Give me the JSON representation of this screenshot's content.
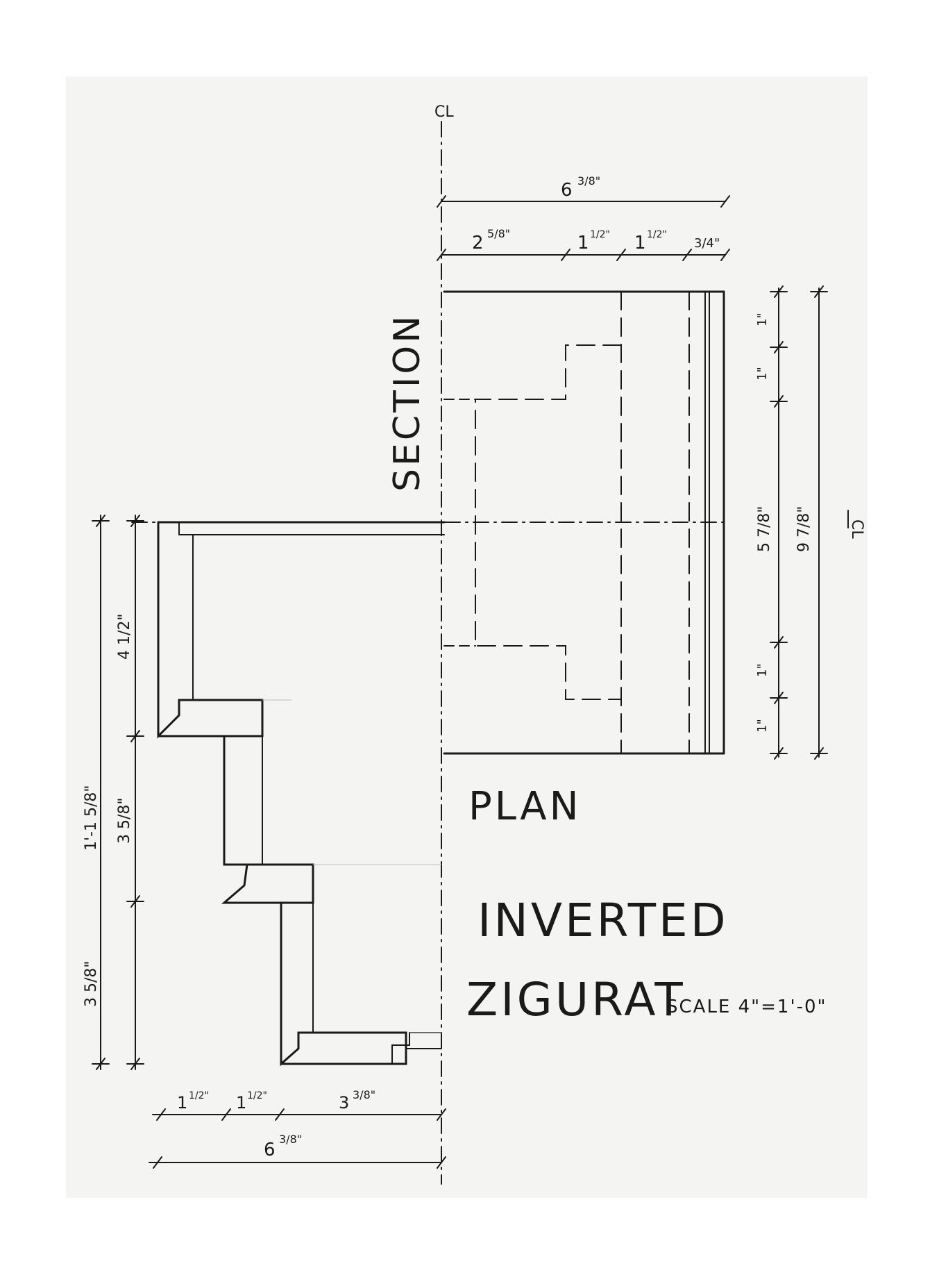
{
  "drawing": {
    "title_line1": "INVERTED",
    "title_line2": "ZIGURAT",
    "scale_label": "SCALE 4\"=1'-0\"",
    "plan_label": "PLAN",
    "section_label": "SECTION",
    "centerline_top_label": "CL",
    "centerline_right_label": "CL",
    "colors": {
      "paper": "#f4f4f3",
      "ink": "#1a1a1a",
      "background": "#ffffff"
    }
  },
  "dimensions": {
    "top_overall": {
      "whole": "6",
      "fraction": "3/8\""
    },
    "top_segments": [
      {
        "whole": "2",
        "fraction": "5/8\""
      },
      {
        "whole": "1",
        "fraction": "1/2\""
      },
      {
        "whole": "1",
        "fraction": "1/2\""
      },
      {
        "whole": "",
        "fraction": "3/4\""
      }
    ],
    "right_segments": [
      "1\"",
      "1\"",
      "1\"",
      "1\""
    ],
    "right_inner_overall": "5 7/8\"",
    "right_outer_overall": "9 7/8\"",
    "left_segments": [
      "4 1/2\"",
      "3 5/8\"",
      "3 5/8\""
    ],
    "left_overall": "1'-1 5/8\"",
    "bottom_segments": [
      {
        "whole": "1",
        "fraction": "1/2\""
      },
      {
        "whole": "1",
        "fraction": "1/2\""
      },
      {
        "whole": "3",
        "fraction": "3/8\""
      }
    ],
    "bottom_overall": {
      "whole": "6",
      "fraction": "3/8\""
    }
  }
}
